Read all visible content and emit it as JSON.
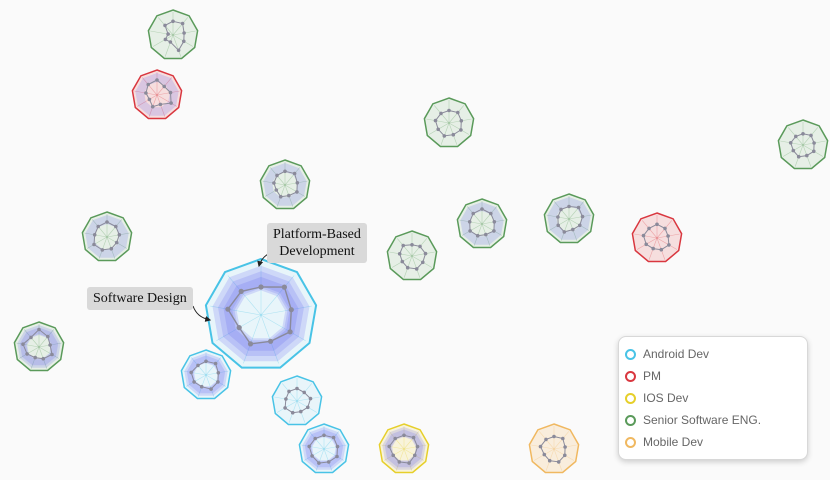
{
  "colors": {
    "background": "#fafafa",
    "highlight": "#5a5af0"
  },
  "legend": [
    {
      "key": "android",
      "label": "Android Dev",
      "color": "#48c3e6",
      "fill": "#e8f5fa"
    },
    {
      "key": "pm",
      "label": "PM",
      "color": "#d9373f",
      "fill": "#f6dede"
    },
    {
      "key": "ios",
      "label": "IOS Dev",
      "color": "#e6cf2a",
      "fill": "#f8f3da"
    },
    {
      "key": "senior",
      "label": "Senior Software ENG.",
      "color": "#5a9a5a",
      "fill": "#e6efe6"
    },
    {
      "key": "mobile",
      "label": "Mobile Dev",
      "color": "#f0b860",
      "fill": "#f9eddc"
    }
  ],
  "callouts": {
    "platform": "Platform-Based\nDevelopment",
    "design": "Software Design"
  },
  "profiles": [
    {
      "role": "senior",
      "skills": [
        0.55,
        0.6,
        0.45,
        0.5,
        0.65,
        0.3,
        0.35,
        0.2,
        0.5
      ],
      "intensity": 0
    },
    {
      "role": "pm",
      "skills": [
        0.6,
        0.45,
        0.55,
        0.65,
        0.4,
        0.5,
        0.35,
        0.45,
        0.55
      ],
      "intensity": 1
    },
    {
      "role": "senior",
      "skills": [
        0.5,
        0.55,
        0.5,
        0.55,
        0.5,
        0.55,
        0.5,
        0.55,
        0.5
      ],
      "intensity": 0
    },
    {
      "role": "senior",
      "skills": [
        0.45,
        0.5,
        0.45,
        0.5,
        0.45,
        0.5,
        0.45,
        0.5,
        0.45
      ],
      "intensity": 0
    },
    {
      "role": "senior",
      "skills": [
        0.55,
        0.6,
        0.5,
        0.55,
        0.45,
        0.5,
        0.4,
        0.45,
        0.5
      ],
      "intensity": 1
    },
    {
      "role": "senior",
      "skills": [
        0.6,
        0.55,
        0.5,
        0.45,
        0.5,
        0.55,
        0.6,
        0.5,
        0.55
      ],
      "intensity": 1
    },
    {
      "role": "senior",
      "skills": [
        0.6,
        0.55,
        0.5,
        0.55,
        0.45,
        0.5,
        0.55,
        0.5,
        0.55
      ],
      "intensity": 1
    },
    {
      "role": "senior",
      "skills": [
        0.5,
        0.6,
        0.55,
        0.5,
        0.45,
        0.55,
        0.5,
        0.45,
        0.5
      ],
      "intensity": 1
    },
    {
      "role": "senior",
      "skills": [
        0.45,
        0.5,
        0.55,
        0.5,
        0.55,
        0.5,
        0.45,
        0.5,
        0.55
      ],
      "intensity": 0
    },
    {
      "role": "pm",
      "skills": [
        0.55,
        0.5,
        0.45,
        0.55,
        0.5,
        0.45,
        0.5,
        0.55,
        0.5
      ],
      "intensity": 0
    },
    {
      "role": "android",
      "skills": [
        0.5,
        0.65,
        0.55,
        0.6,
        0.5,
        0.55,
        0.45,
        0.6,
        0.55
      ],
      "intensity": 3
    },
    {
      "role": "senior",
      "skills": [
        0.7,
        0.55,
        0.45,
        0.6,
        0.5,
        0.45,
        0.55,
        0.65,
        0.5
      ],
      "intensity": 2
    },
    {
      "role": "android",
      "skills": [
        0.55,
        0.6,
        0.5,
        0.55,
        0.6,
        0.5,
        0.55,
        0.6,
        0.5
      ],
      "intensity": 2
    },
    {
      "role": "android",
      "skills": [
        0.5,
        0.45,
        0.55,
        0.5,
        0.45,
        0.5,
        0.55,
        0.45,
        0.5
      ],
      "intensity": 0
    },
    {
      "role": "android",
      "skills": [
        0.55,
        0.6,
        0.55,
        0.6,
        0.55,
        0.6,
        0.55,
        0.6,
        0.55
      ],
      "intensity": 2
    },
    {
      "role": "ios",
      "skills": [
        0.55,
        0.6,
        0.55,
        0.5,
        0.6,
        0.55,
        0.5,
        0.6,
        0.55
      ],
      "intensity": 2
    },
    {
      "role": "mobile",
      "skills": [
        0.5,
        0.55,
        0.45,
        0.5,
        0.55,
        0.5,
        0.45,
        0.55,
        0.5
      ],
      "intensity": 0
    }
  ]
}
